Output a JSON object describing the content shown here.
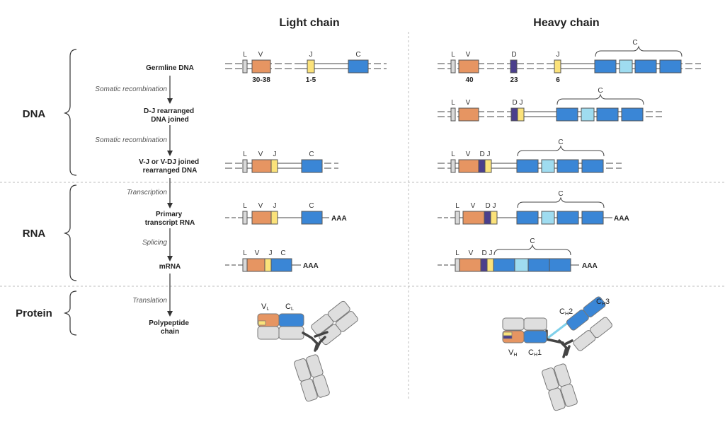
{
  "headers": {
    "light": "Light chain",
    "heavy": "Heavy chain"
  },
  "sections": {
    "dna": "DNA",
    "rna": "RNA",
    "protein": "Protein"
  },
  "stages": {
    "germline": [
      "Germline DNA"
    ],
    "dj": [
      "D-J rearranged",
      "DNA joined"
    ],
    "vj": [
      "V-J or V-DJ joined",
      "rearranged DNA"
    ],
    "primary": [
      "Primary",
      "transcript RNA"
    ],
    "mrna": [
      "mRNA"
    ],
    "poly": [
      "Polypeptide",
      "chain"
    ]
  },
  "processes": {
    "somatic1": "Somatic recombination",
    "somatic2": "Somatic recombination",
    "transcription": "Transcription",
    "splicing": "Splicing",
    "translation": "Translation"
  },
  "segment_labels": {
    "L": "L",
    "V": "V",
    "D": "D",
    "J": "J",
    "C": "C",
    "DJ": "D J"
  },
  "counts": {
    "light_v": "30-38",
    "light_j": "1-5",
    "heavy_v": "40",
    "heavy_d": "23",
    "heavy_j": "6"
  },
  "polyA": "AAA",
  "domains": {
    "VL": {
      "main": "V",
      "sub": "L"
    },
    "CL": {
      "main": "C",
      "sub": "L"
    },
    "VH": {
      "main": "V",
      "sub": "H"
    },
    "CH1": {
      "main": "C",
      "sub": "H",
      "post": "1"
    },
    "CH2": {
      "main": "C",
      "sub": "H",
      "post": "2"
    },
    "CH3": {
      "main": "C",
      "sub": "H",
      "post": "3"
    }
  },
  "colors": {
    "leader": "#d9d9d9",
    "variable": "#e69562",
    "diversity": "#4b3f8c",
    "joining": "#fbe27a",
    "constant": "#3a86d6",
    "constant_light": "#9fdcf0",
    "antibody_grey": "#dedede",
    "line": "#444444",
    "divider": "#bdbdbd"
  }
}
